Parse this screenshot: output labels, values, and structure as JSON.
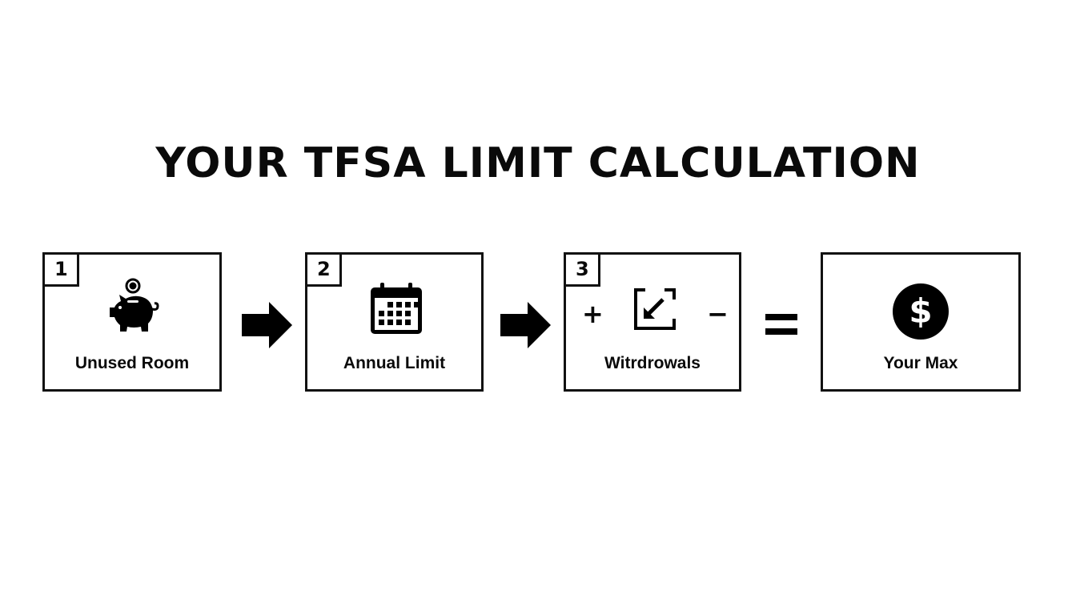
{
  "title": "YOUR TFSA LIMIT CALCULATION",
  "steps": [
    {
      "number": "1",
      "label": "Unused Room",
      "icon": "piggy-bank-icon"
    },
    {
      "number": "2",
      "label": "Annual Limit",
      "icon": "calendar-icon"
    },
    {
      "number": "3",
      "label": "Witrdrowals",
      "icon": "withdraw-arrow-icon",
      "plus": "+",
      "minus": "−"
    },
    {
      "number": "",
      "label": "Your Max",
      "icon": "dollar-circle-icon"
    }
  ],
  "operators": [
    "arrow",
    "arrow",
    "equals"
  ],
  "colors": {
    "ink": "#000000",
    "background": "#ffffff"
  }
}
